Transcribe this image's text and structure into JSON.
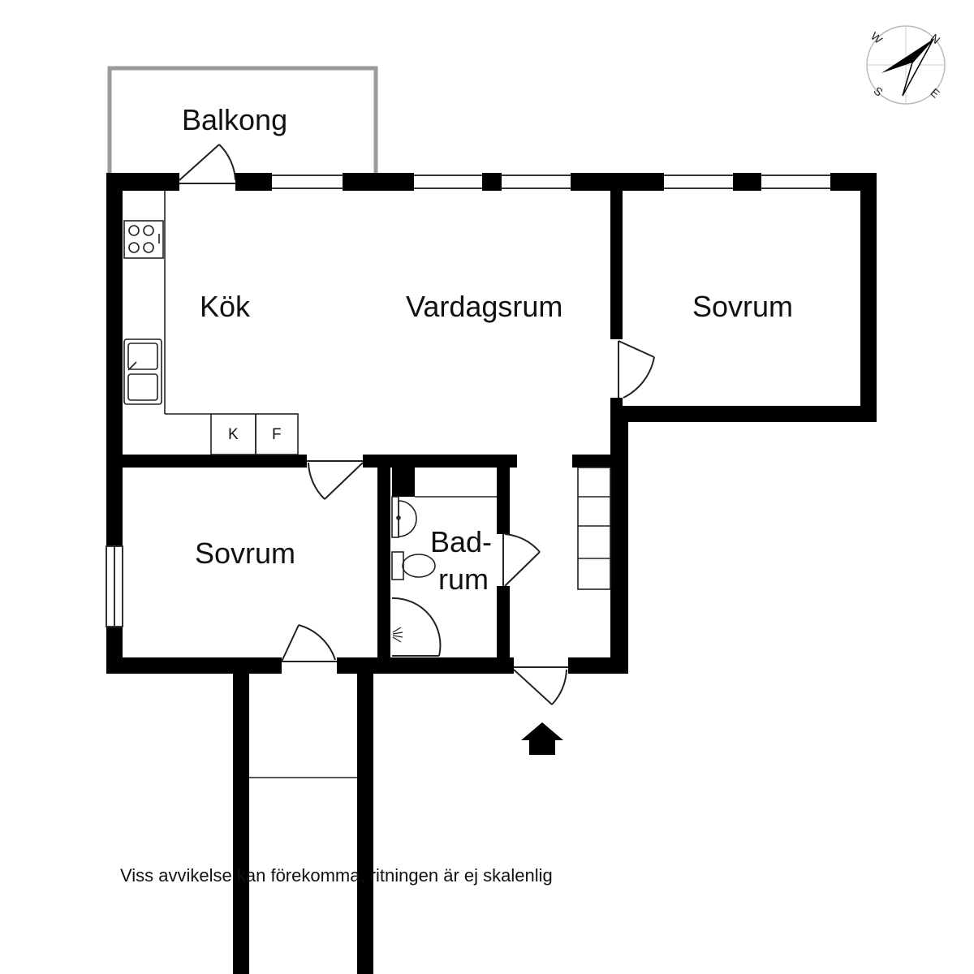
{
  "plan": {
    "rooms": {
      "balcony": "Balkong",
      "kitchen": "Kök",
      "living": "Vardagsrum",
      "bedroom_right": "Sovrum",
      "bedroom_left": "Sovrum",
      "bath_line1": "Bad-",
      "bath_line2": "rum"
    },
    "appliances": {
      "freezer": "K",
      "fridge": "F"
    },
    "compass": {
      "north": "N",
      "east": "E",
      "south": "S",
      "west": "W"
    }
  },
  "footer_note": "Viss avvikelse kan förekomma, ritningen är ej skalenlig",
  "colors": {
    "wall": "#000000",
    "balcony_outline": "#9a9a9a",
    "background": "#ffffff"
  }
}
